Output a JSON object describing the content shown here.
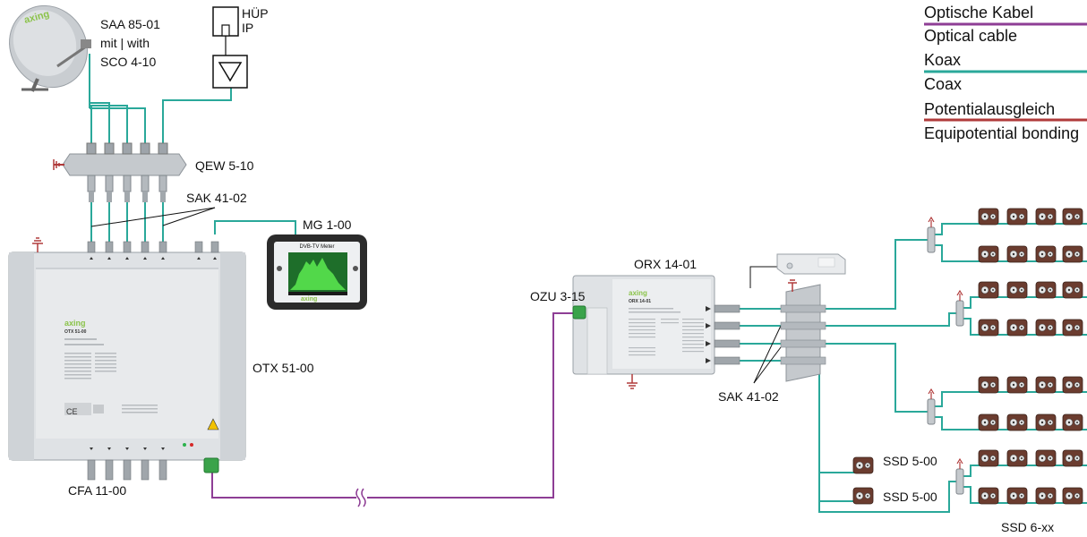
{
  "colors": {
    "optical": "#8e3e95",
    "coax": "#2aa89a",
    "bonding": "#b03a3a",
    "device": "#e4e6e8",
    "device_edge": "#9aa0a6",
    "brand": "#8bc34a"
  },
  "legend": [
    {
      "text": "Optische Kabel",
      "color_key": "optical"
    },
    {
      "text": "Optical cable",
      "color_key": "optical"
    },
    {
      "text": "Koax",
      "color_key": "coax"
    },
    {
      "text": "Coax",
      "color_key": "coax"
    },
    {
      "text": "Potentialausgleich",
      "color_key": "bonding"
    },
    {
      "text": "Equipotential bonding",
      "color_key": "bonding"
    }
  ],
  "labels": {
    "dish_line1": "SAA 85-01",
    "dish_line2": "mit | with",
    "dish_line3": "SCO 4-10",
    "hup_line1": "HÜP",
    "hup_line2": "IP",
    "qew": "QEW 5-10",
    "sak_top": "SAK 41-02",
    "mg": "MG 1-00",
    "otx": "OTX 51-00",
    "cfa": "CFA 11-00",
    "ozu": "OZU 3-15",
    "orx": "ORX 14-01",
    "sak_right": "SAK 41-02",
    "ssd_a": "SSD 5-00",
    "ssd_b": "SSD 5-00",
    "ssd6": "SSD 6-xx"
  },
  "device_text": {
    "axing": "axing",
    "meter_title": "DVB-TV Meter",
    "otx_model": "OTX 51-00",
    "orx_model": "ORX 14-01"
  }
}
